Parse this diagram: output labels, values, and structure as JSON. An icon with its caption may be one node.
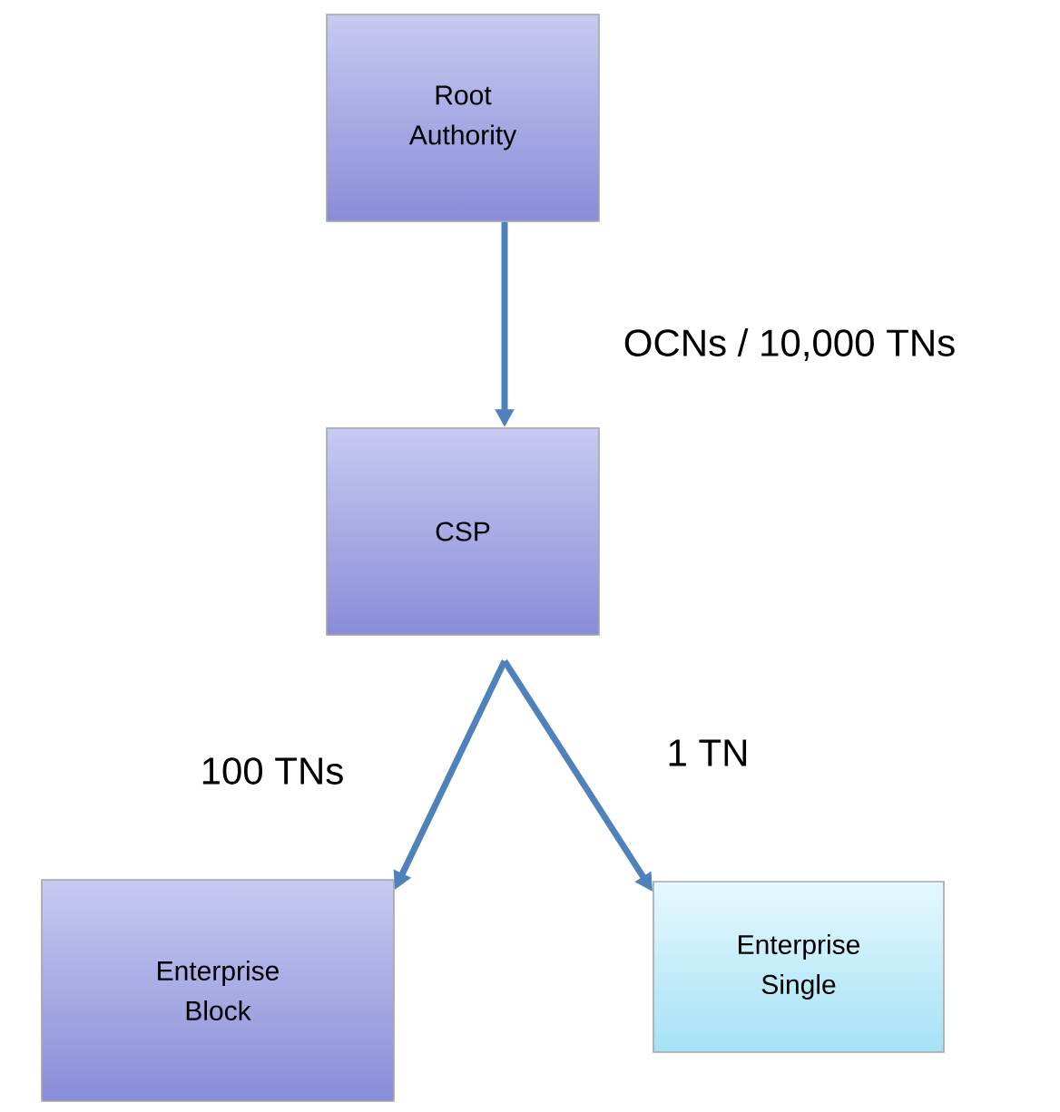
{
  "diagram": {
    "nodes": [
      {
        "text": [
          "Root Authority"
        ]
      },
      {
        "text": [
          "CSP"
        ]
      },
      {
        "text": [
          "Enterprise Block"
        ]
      },
      {
        "text": [
          "Enterprise Single"
        ]
      }
    ],
    "edges": [
      {
        "from": 0,
        "to": 1,
        "arrow": "to",
        "label": "OCNs / 10,000 TNs"
      },
      {
        "from": 1,
        "to": 2,
        "arrow": "to",
        "label": "100 TNs"
      },
      {
        "from": 1,
        "to": 3,
        "arrow": "to",
        "label": "1 TN"
      }
    ]
  }
}
